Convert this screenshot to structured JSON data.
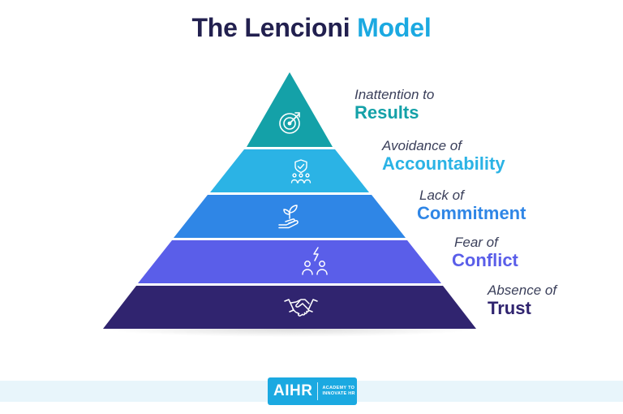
{
  "title": {
    "part1": "The Lencioni",
    "part2": "Model"
  },
  "levels": [
    {
      "prefix": "Inattention to",
      "name": "Results",
      "icon": "target-icon",
      "color": "#14a1a8"
    },
    {
      "prefix": "Avoidance of",
      "name": "Accountability",
      "icon": "team-shield-icon",
      "color": "#2bb3e5"
    },
    {
      "prefix": "Lack of",
      "name": "Commitment",
      "icon": "hand-plant-icon",
      "color": "#2f86e6"
    },
    {
      "prefix": "Fear of",
      "name": "Conflict",
      "icon": "conflict-people-icon",
      "color": "#5a5ee9"
    },
    {
      "prefix": "Absence of",
      "name": "Trust",
      "icon": "handshake-icon",
      "color": "#30246f"
    }
  ],
  "footer": {
    "logo": "AIHR",
    "tagline_line1": "ACADEMY TO",
    "tagline_line2": "INNOVATE HR"
  }
}
